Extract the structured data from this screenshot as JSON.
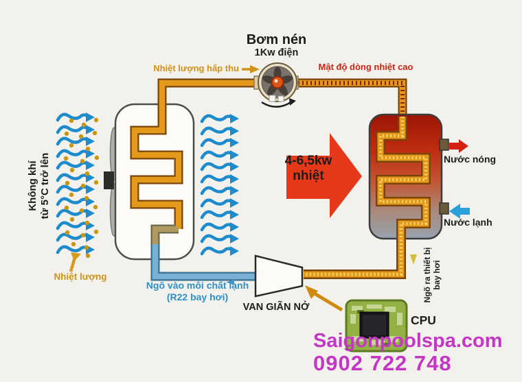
{
  "colors": {
    "background": "#f3f1ec",
    "pipe_orange": "#e2991c",
    "pipe_blue": "#79b0d4",
    "wave_blue": "#1e8ccc",
    "heat_dot": "#c9970f",
    "big_arrow_red": "#e6391b",
    "tank_red": "#b02010",
    "text_orange": "#cf9318",
    "text_red": "#cc2512",
    "text_blue": "#2e8fc8",
    "brand_magenta": "#c436c6"
  },
  "compressor": {
    "title": "Bơm nén",
    "power": "1Kw điện"
  },
  "labels": {
    "heat_absorbed": "Nhiệt lượng hấp thu",
    "high_heat_flow": "Mật độ dòng nhiệt cao",
    "air_line1": "Không khí",
    "air_line2": "từ 5°C trở lên",
    "heat_source": "Nhiệt lượng",
    "big_arrow_line1": "4-6,5kw",
    "big_arrow_line2": "nhiệt",
    "hot_water": "Nước nóng",
    "cold_water": "Nước lạnh",
    "evap_outlet_line1": "Ngõ ra thiết bị",
    "evap_outlet_line2": "bay hơi",
    "refrigerant_inlet_line1": "Ngõ vào môi chất lạnh",
    "refrigerant_inlet_line2": "(R22 bay hơi)",
    "expansion_valve": "VAN GIÃN NỞ",
    "cpu": "CPU"
  },
  "footer": {
    "website": "Saigonpoolspa.com",
    "phone": "0902 722 748"
  }
}
